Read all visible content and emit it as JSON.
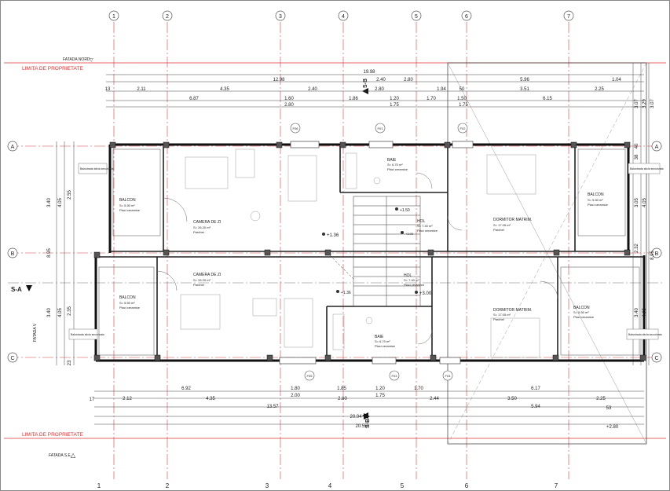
{
  "grid": {
    "columns": [
      "1",
      "2",
      "3",
      "4",
      "5",
      "6",
      "7"
    ],
    "rows": [
      "A",
      "B",
      "C"
    ]
  },
  "labels": {
    "facade_north": "FATADA NORD",
    "facade_south": "FATADA S.E.",
    "property_limit_top": "LIMITA DE PROPRIETATE",
    "property_limit_bottom": "LIMITA DE PROPRIETATE",
    "section_a": "S-A",
    "section_b": "S-B",
    "facade_v": "FATADA V",
    "level_mark": "+2.80"
  },
  "dimensions": {
    "top_overall": "19.98",
    "top_row1": [
      "12.98",
      "2.40",
      "2.80",
      "5.96",
      "1.04"
    ],
    "top_row2": [
      "13",
      "2.11",
      "4.35",
      "2.40",
      "2.80",
      "1.94",
      "50",
      "3.51",
      "2.25"
    ],
    "top_row3": [
      "6.87",
      "1.60",
      "1.86",
      "1.20",
      "1.70",
      "1.50",
      "6.15"
    ],
    "top_row4": [
      "2.80",
      "1.75",
      "1.75"
    ],
    "bottom_row1": [
      "6.92",
      "1.80",
      "1.85",
      "1.20",
      "1.70",
      "6.17"
    ],
    "bottom_row2": [
      "17",
      "2.12",
      "4.35",
      "2.00",
      "2.80",
      "1.75",
      "2.44",
      "3.50",
      "2.25"
    ],
    "bottom_row3": [
      "13.57",
      "5.94",
      "53"
    ],
    "bottom_overall": [
      "20.04",
      "20.55"
    ],
    "left": [
      "3.40",
      "4.05",
      "2.55",
      "8.95",
      "3.40",
      "4.05",
      "2.35",
      "23"
    ],
    "right": [
      "3.07",
      "3.29",
      "3.07",
      "40",
      "38",
      "3.05",
      "4.05",
      "8.95",
      "2.32",
      "3.40",
      "4.05"
    ]
  },
  "rooms": [
    {
      "name": "BALCON",
      "area": "S= 5.50 m²",
      "floor": "Placi ceramice"
    },
    {
      "name": "CAMERA DE ZI",
      "area": "S= 26.20 m²",
      "floor": "Parchet"
    },
    {
      "name": "BAIE",
      "area": "S= 6.70 m²",
      "floor": "Placi ceramice"
    },
    {
      "name": "HOL",
      "area": "S= 7.40 m²",
      "floor": "Placi ceramice"
    },
    {
      "name": "DORMITOR MATRIM.",
      "area": "S= 17.05 m²",
      "floor": "Parchet"
    },
    {
      "name": "BALCON",
      "area": "S= 5.50 m²",
      "floor": "Placi ceramice"
    },
    {
      "name": "BALCON",
      "area": "S= 5.50 m²",
      "floor": "Placi ceramice"
    },
    {
      "name": "CAMERA DE ZI",
      "area": "S= 26.20 m²",
      "floor": "Parchet"
    },
    {
      "name": "HOL",
      "area": "S= 7.40 m²",
      "floor": "Placi ceramice"
    },
    {
      "name": "DORMITOR MATRIM.",
      "area": "S= 17.05 m²",
      "floor": "Parchet"
    },
    {
      "name": "BAIE",
      "area": "S= 6.70 m²",
      "floor": "Placi ceramice"
    },
    {
      "name": "BALCON",
      "area": "S= 5.50 m²",
      "floor": "Placi ceramice"
    }
  ],
  "notes": {
    "balustrade_1": "Balustrada sticla securizata",
    "balustrade_2": "Balustrada sticla securizata",
    "balustrade_3": "Balustrada sticla securizata",
    "balustrade_4": "Balustrada sticla securizata",
    "window_tags": [
      "F06",
      "F01",
      "F02",
      "F05",
      "F03",
      "F04"
    ],
    "levels": [
      "+1.36",
      "+1.50",
      "+3.00",
      "+1.36",
      "+3.00"
    ]
  }
}
